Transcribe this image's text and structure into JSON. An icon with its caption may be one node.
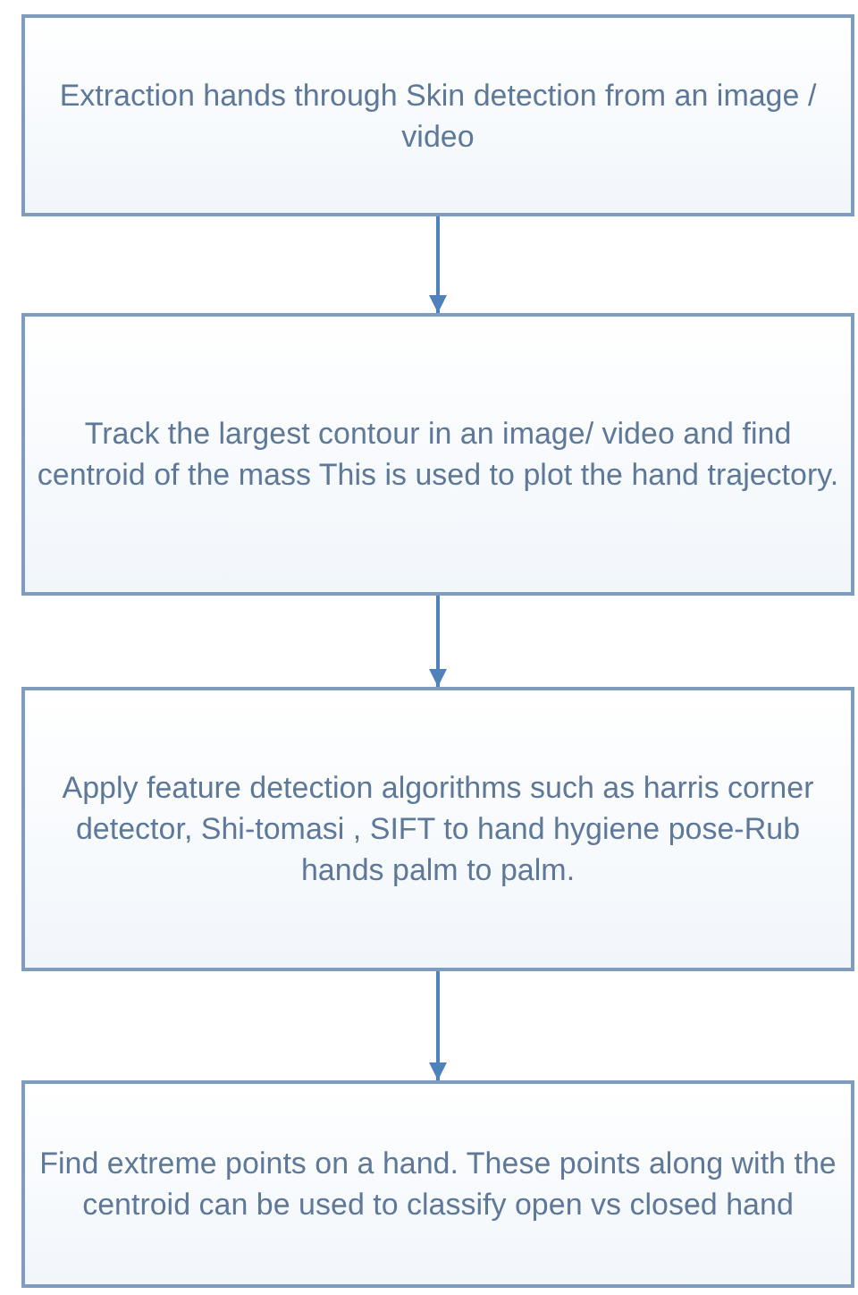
{
  "diagram": {
    "nodes": [
      {
        "text": [
          "Extraction hands through Skin detection from an image / video"
        ]
      },
      {
        "text": [
          "Track the largest contour in an image/ video and find centroid of the mass This is used to plot the hand trajectory."
        ]
      },
      {
        "text": [
          "Apply feature detection algorithms such as harris corner detector, Shi-tomasi , SIFT to hand hygiene pose-Rub hands palm to palm."
        ]
      },
      {
        "text": [
          "Find extreme points on a hand. These points along with the centroid can be used to classify open vs closed hand"
        ]
      }
    ],
    "edges": [
      {
        "from": 0,
        "to": 1,
        "arrow": "to"
      },
      {
        "from": 1,
        "to": 2,
        "arrow": "to"
      },
      {
        "from": 2,
        "to": 3,
        "arrow": "to"
      }
    ]
  }
}
